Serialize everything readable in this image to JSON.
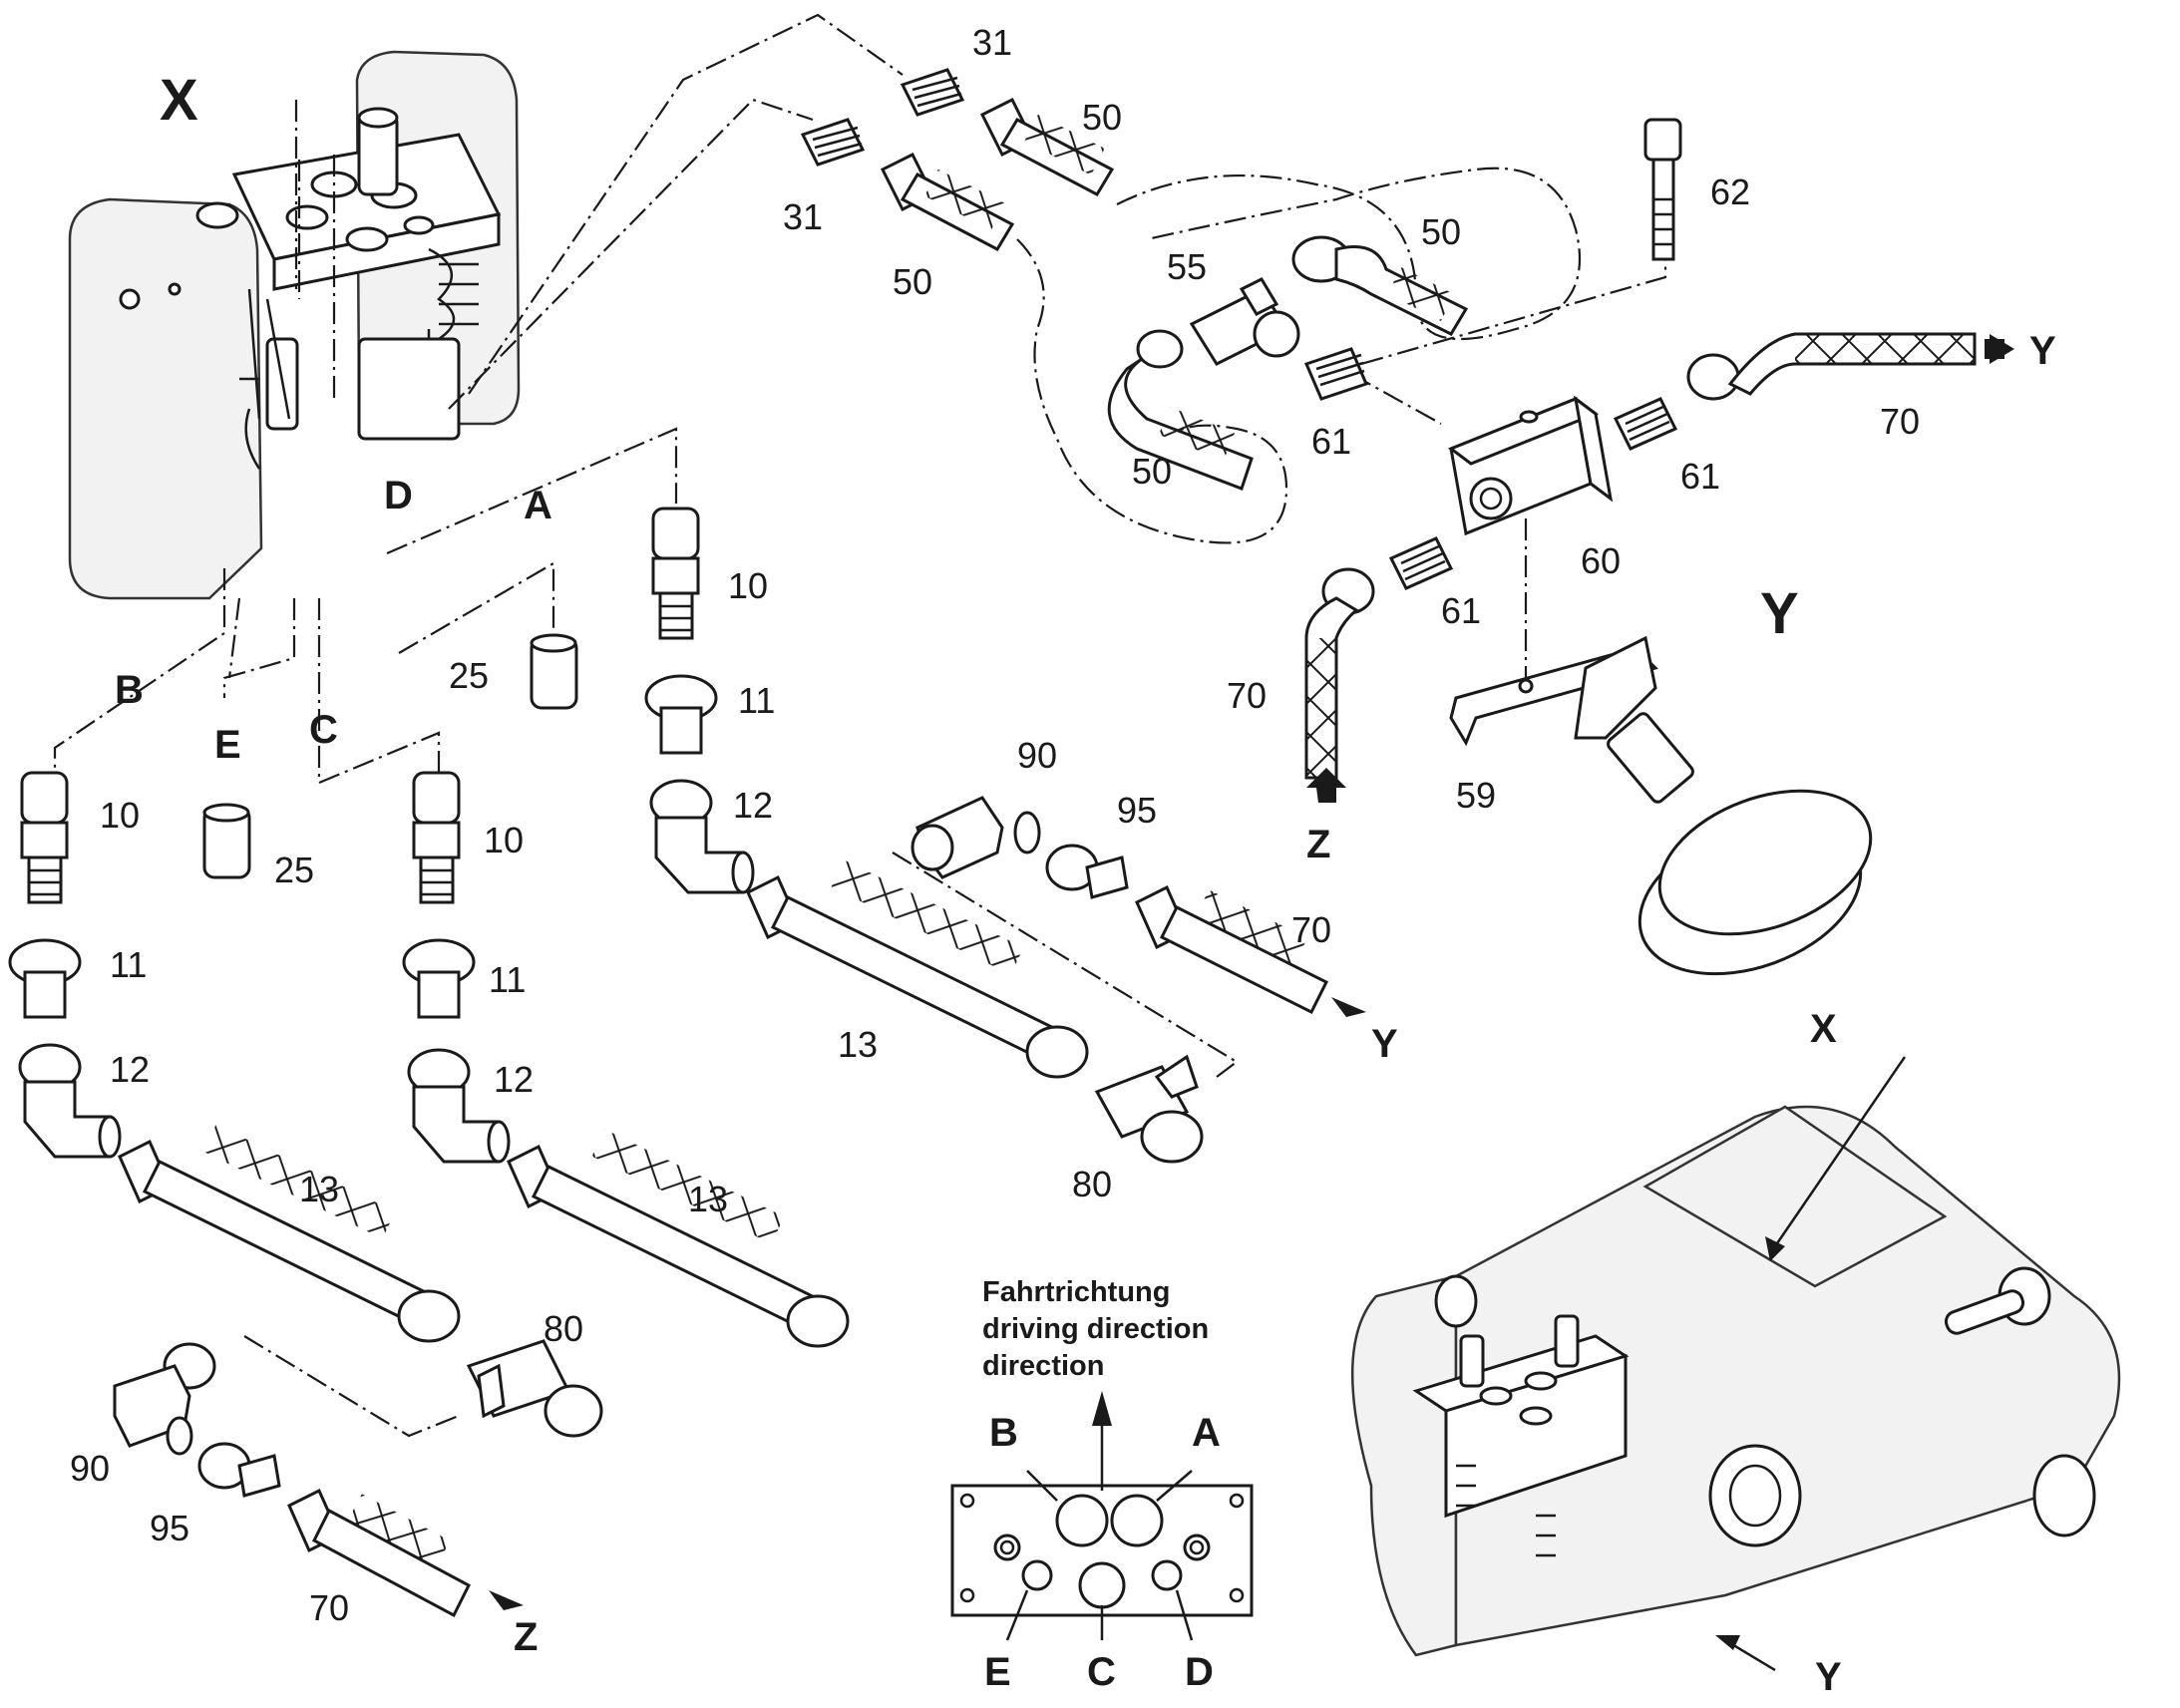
{
  "view_labels": {
    "x_top": "X",
    "y_detail": "Y",
    "x_arrow": "X",
    "y_arrow": "Y"
  },
  "port_labels": {
    "a": "A",
    "b": "B",
    "c": "C",
    "d": "D",
    "e": "E"
  },
  "flow_labels": {
    "y1": "Y",
    "y2": "Y",
    "z1": "Z",
    "z2": "Z"
  },
  "part_numbers": {
    "p31a": "31",
    "p31b": "31",
    "p50a": "50",
    "p50b": "50",
    "p50c": "50",
    "p50d": "50",
    "p55": "55",
    "p62": "62",
    "p61a": "61",
    "p61b": "61",
    "p61c": "61",
    "p60": "60",
    "p70a": "70",
    "p70b": "70",
    "p70c": "70",
    "p70d": "70",
    "p59": "59",
    "p10a": "10",
    "p10b": "10",
    "p10c": "10",
    "p11a": "11",
    "p11b": "11",
    "p11c": "11",
    "p12a": "12",
    "p12b": "12",
    "p12c": "12",
    "p13a": "13",
    "p13b": "13",
    "p13c": "13",
    "p25a": "25",
    "p25b": "25",
    "p80a": "80",
    "p80b": "80",
    "p90a": "90",
    "p90b": "90",
    "p95a": "95",
    "p95b": "95"
  },
  "direction_legend": {
    "line1": "Fahrtrichtung",
    "line2": "driving direction",
    "line3": "direction",
    "ports": {
      "a": "A",
      "b": "B",
      "c": "C",
      "d": "D",
      "e": "E"
    }
  }
}
